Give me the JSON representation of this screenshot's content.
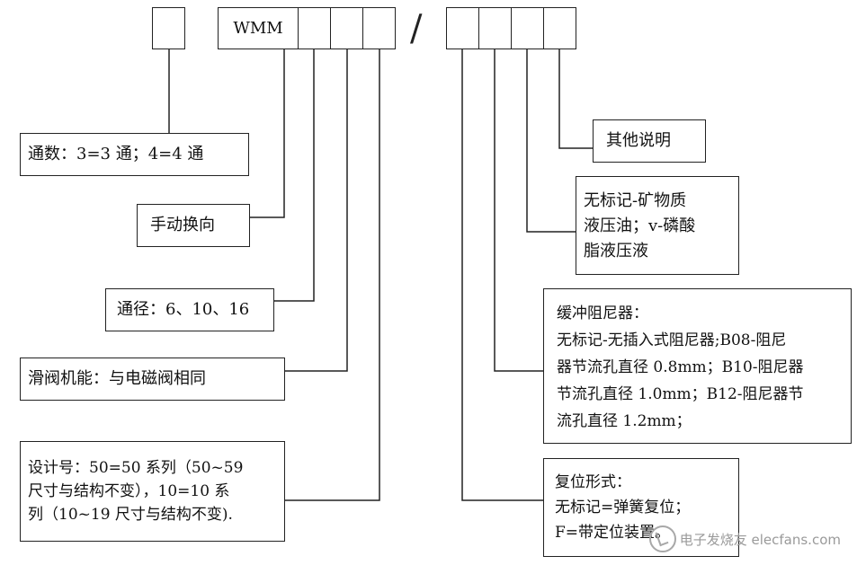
{
  "header": {
    "model_prefix": "WMM",
    "slash": "/"
  },
  "left_labels": {
    "channels": "通数：3=3 通；4=4 通",
    "manual": "手动换向",
    "bore": "通径：6、10、16",
    "function": "滑阀机能：与电磁阀相同",
    "design": "设计号：50=50 系列（50~59\n尺寸与结构不变），10=10 系\n列（10~19 尺寸与结构不变)."
  },
  "right_labels": {
    "other": "其他说明",
    "fluid": "无标记-矿物质\n液压油；v-磷酸\n脂液压液",
    "damper": "缓冲阻尼器：\n无标记-无插入式阻尼器;B08-阻尼\n器节流孔直径 0.8mm；B10-阻尼器\n节流孔直径 1.0mm；B12-阻尼器节\n流孔直径 1.2mm；",
    "reset": "复位形式：\n无标记=弹簧复位；\nF=带定位装置。"
  },
  "watermark": {
    "text": "电子发烧友 elecfans.com"
  }
}
